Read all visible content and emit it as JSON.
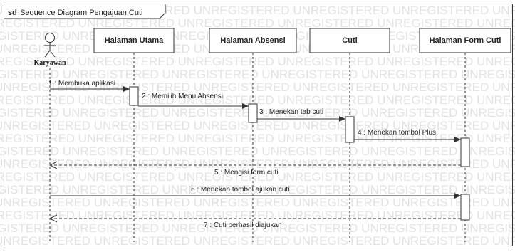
{
  "frame": {
    "label_bold": "sd",
    "label": "Sequence Diagram Pengajuan Cuti"
  },
  "watermark": "UNREGISTERED",
  "actor": {
    "name": "Karyawan"
  },
  "lifelines": [
    {
      "id": "utama",
      "label": "Halaman Utama"
    },
    {
      "id": "absensi",
      "label": "Halaman Absensi"
    },
    {
      "id": "cuti",
      "label": "Cuti"
    },
    {
      "id": "form",
      "label": "Halaman Form Cuti"
    }
  ],
  "messages": [
    {
      "label": "1 : Membuka aplikasi",
      "from": "actor",
      "to": "utama",
      "kind": "call"
    },
    {
      "label": "2 : Memilih Menu Absensi",
      "from": "utama",
      "to": "absensi",
      "kind": "call"
    },
    {
      "label": "3 : Menekan tab cuti",
      "from": "absensi",
      "to": "cuti",
      "kind": "call"
    },
    {
      "label": "4 : Menekan tombol Plus",
      "from": "cuti",
      "to": "form",
      "kind": "call"
    },
    {
      "label": "5 : Mengisi form cuti",
      "from": "form",
      "to": "actor",
      "kind": "return"
    },
    {
      "label": "6 : Menekan tombol ajukan cuti",
      "from": "actor",
      "to": "form",
      "kind": "call"
    },
    {
      "label": "7 : Cuti berhasil diajukan",
      "from": "form",
      "to": "actor",
      "kind": "return"
    }
  ],
  "colors": {
    "line": "#333333",
    "box_fill": "#ffffff",
    "activation_fill": "#ffffff",
    "watermark": "#d9d9d9",
    "text": "#222222"
  }
}
